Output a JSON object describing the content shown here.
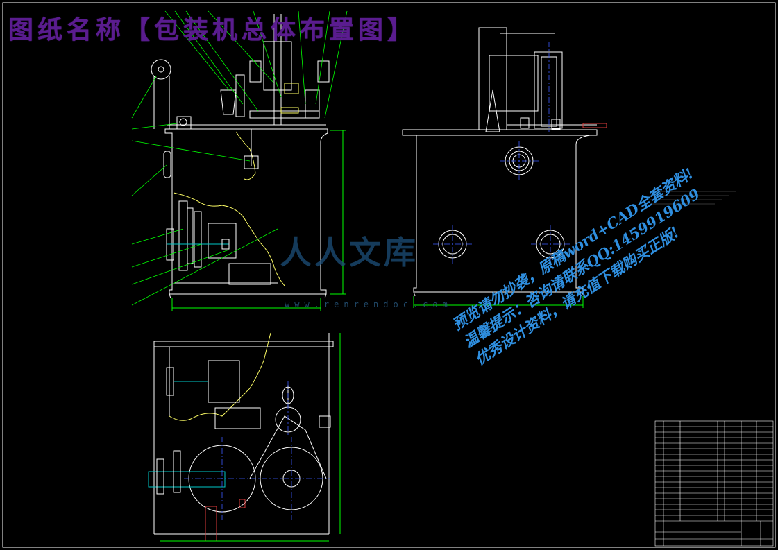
{
  "title_banner": "图纸名称【包装机总体布置图】",
  "watermark": {
    "logo_text": "人人文库",
    "url": "www.renrendoc.com"
  },
  "notice_lines": [
    "预览请勿抄袭，原稿word+CAD全套资料!",
    "温馨提示：咨询请联系QQ:1459919609",
    "优秀设计资料，请充值下载购买正版!"
  ],
  "colors": {
    "background": "#000000",
    "outline": "#ffffff",
    "dimension": "#00ff00",
    "centerline": "#3b5bff",
    "break_line": "#ffff66",
    "title_banner": "#5a1c8f",
    "notice_text": "#2f8fe0",
    "hatch_red": "#d83a3a",
    "shaft_cyan": "#00c8c8"
  }
}
